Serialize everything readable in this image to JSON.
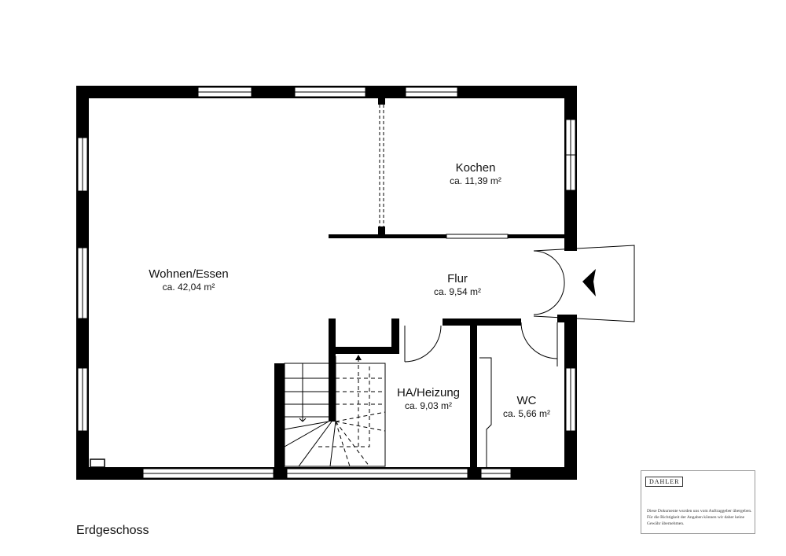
{
  "floor_title": "Erdgeschoss",
  "rooms": [
    {
      "id": "wohnen",
      "name": "Wohnen/Essen",
      "area": "ca. 42,04 m²"
    },
    {
      "id": "kochen",
      "name": "Kochen",
      "area": "ca. 11,39 m²"
    },
    {
      "id": "flur",
      "name": "Flur",
      "area": "ca. 9,54 m²"
    },
    {
      "id": "heizung",
      "name": "HA/Heizung",
      "area": "ca. 9,03 m²"
    },
    {
      "id": "wc",
      "name": "WC",
      "area": "ca. 5,66 m²"
    }
  ],
  "brand": {
    "logo_text": "DAHLER"
  },
  "disclaimer": "Diese Dokumente wurden uns vom Auftraggeber übergeben. Für die Richtigkeit der Angaben können wir daher keine Gewähr übernehmen."
}
